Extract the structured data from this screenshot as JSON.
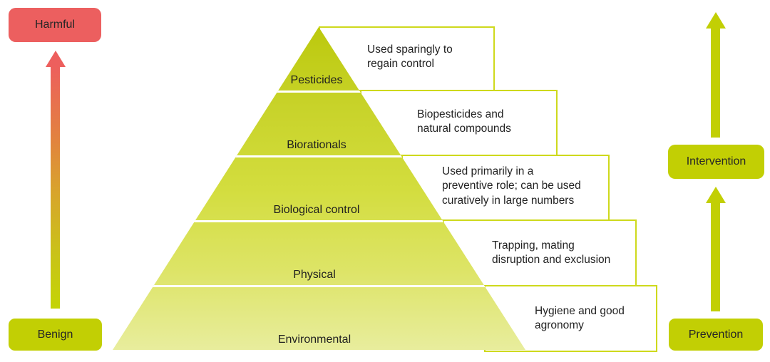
{
  "left_axis": {
    "top_label": "Harmful",
    "bottom_label": "Benign",
    "arrow_direction": "up",
    "colors": {
      "harmful_bg": "#ec5f5f",
      "benign_bg": "#c2cf04",
      "arrow_gradient": [
        "#c4d404",
        "#d8a42c",
        "#ed5f5d"
      ]
    }
  },
  "right_axis": {
    "top_label": "Intervention",
    "bottom_label": "Prevention",
    "arrow_direction": "up",
    "arrow_color": "#c2cf04"
  },
  "pyramid": {
    "gradient_top": "#bcc90d",
    "gradient_bottom": "#e8ed9d",
    "callout_border_color": "#ced91c",
    "layers": [
      {
        "label": "Pesticides",
        "note": "Used sparingly to\nregain control"
      },
      {
        "label": "Biorationals",
        "note": "Biopesticides and\nnatural compounds"
      },
      {
        "label": "Biological control",
        "note": "Used primarily in a\npreventive role; can be used\ncuratively in large numbers"
      },
      {
        "label": "Physical",
        "note": "Trapping, mating\ndisruption and exclusion"
      },
      {
        "label": "Environmental",
        "note": "Hygiene and good\nagronomy"
      }
    ]
  }
}
